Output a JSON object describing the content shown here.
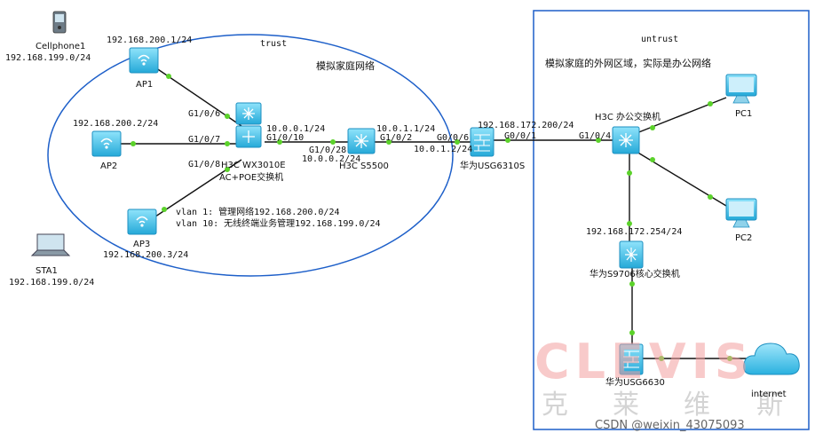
{
  "zones": {
    "trust": "trust",
    "trust_desc": "模拟家庭网络",
    "untrust": "untrust",
    "untrust_desc": "模拟家庭的外网区域，实际是办公网络"
  },
  "devices": {
    "cellphone": "Cellphone1",
    "cellphone_net": "192.168.199.0/24",
    "ap1": "AP1",
    "ap1_ip": "192.168.200.1/24",
    "ap2": "AP2",
    "ap2_ip": "192.168.200.2/24",
    "ap3": "AP3",
    "ap3_ip": "192.168.200.3/24",
    "sta1": "STA1",
    "sta1_net": "192.168.199.0/24",
    "ac": "H3C WX3010E",
    "ac_sub": "AC+POE交换机",
    "h3c5500": "H3C S5500",
    "fw6310": "华为USG6310S",
    "office_sw": "H3C 办公交换机",
    "pc1": "PC1",
    "pc2": "PC2",
    "core_sw": "华为S9706核心交换机",
    "core_ip": "192.168.172.254/24",
    "fw6630": "华为USG6630",
    "internet": "internet"
  },
  "ports": {
    "ac_g106": "G1/0/6",
    "ac_g107": "G1/0/7",
    "ac_g108": "G1/0/8",
    "ac_g1010": "G1/0/10",
    "ac_ip": "10.0.0.1/24",
    "s5500_g1028": "G1/0/28",
    "s5500_ip1": "10.0.0.2/24",
    "s5500_g102": "G1/0/2",
    "s5500_ip2": "10.0.1.1/24",
    "fw_g006": "G0/0/6",
    "fw_ip_in": "10.0.1.2/24",
    "fw_g001": "G0/0/1",
    "fw_ip_out": "192.168.172.200/24",
    "office_g104": "G1/0/4"
  },
  "vlans": {
    "vlan1": "vlan 1: 管理网络192.168.200.0/24",
    "vlan10": "vlan 10: 无线终端业务管理192.168.199.0/24"
  },
  "watermark": {
    "brand": "CLEVIS",
    "cn": [
      "克",
      "莱",
      "维",
      "斯"
    ],
    "credit": "CSDN @weixin_43075093"
  },
  "colors": {
    "device": "#3ec3ea",
    "link_dot": "#5bd22a",
    "zone_border": "#1d5fc9"
  }
}
